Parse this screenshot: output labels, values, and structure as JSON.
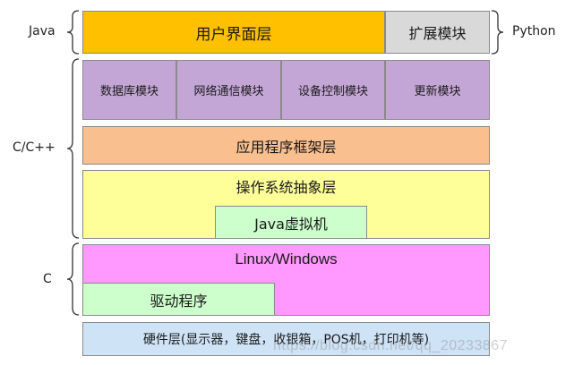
{
  "labels": {
    "java": "Java",
    "python": "Python",
    "ccpp": "C/C++",
    "c": "C"
  },
  "layers": {
    "ui": "用户界面层",
    "ext": "扩展模块",
    "db": "数据库模块",
    "net": "网络通信模块",
    "dev": "设备控制模块",
    "upd": "更新模块",
    "app": "应用程序框架层",
    "osal": "操作系统抽象层",
    "jvm": "Java虚拟机",
    "linux": "Linux/Windows",
    "driver": "驱动程序",
    "hw": "硬件层(显示器，键盘，收银箱，POS机，打印机等)"
  },
  "watermark": "https://blog.csdn.net/qq_20233867",
  "colors": {
    "ui": "#ffc000",
    "ext": "#d9d9d9",
    "module": "#c4a6d6",
    "app": "#fabf8f",
    "osal": "#ffff99",
    "jvm": "#ccffcc",
    "linux": "#ff99ff",
    "hw": "#cfe3f6"
  }
}
